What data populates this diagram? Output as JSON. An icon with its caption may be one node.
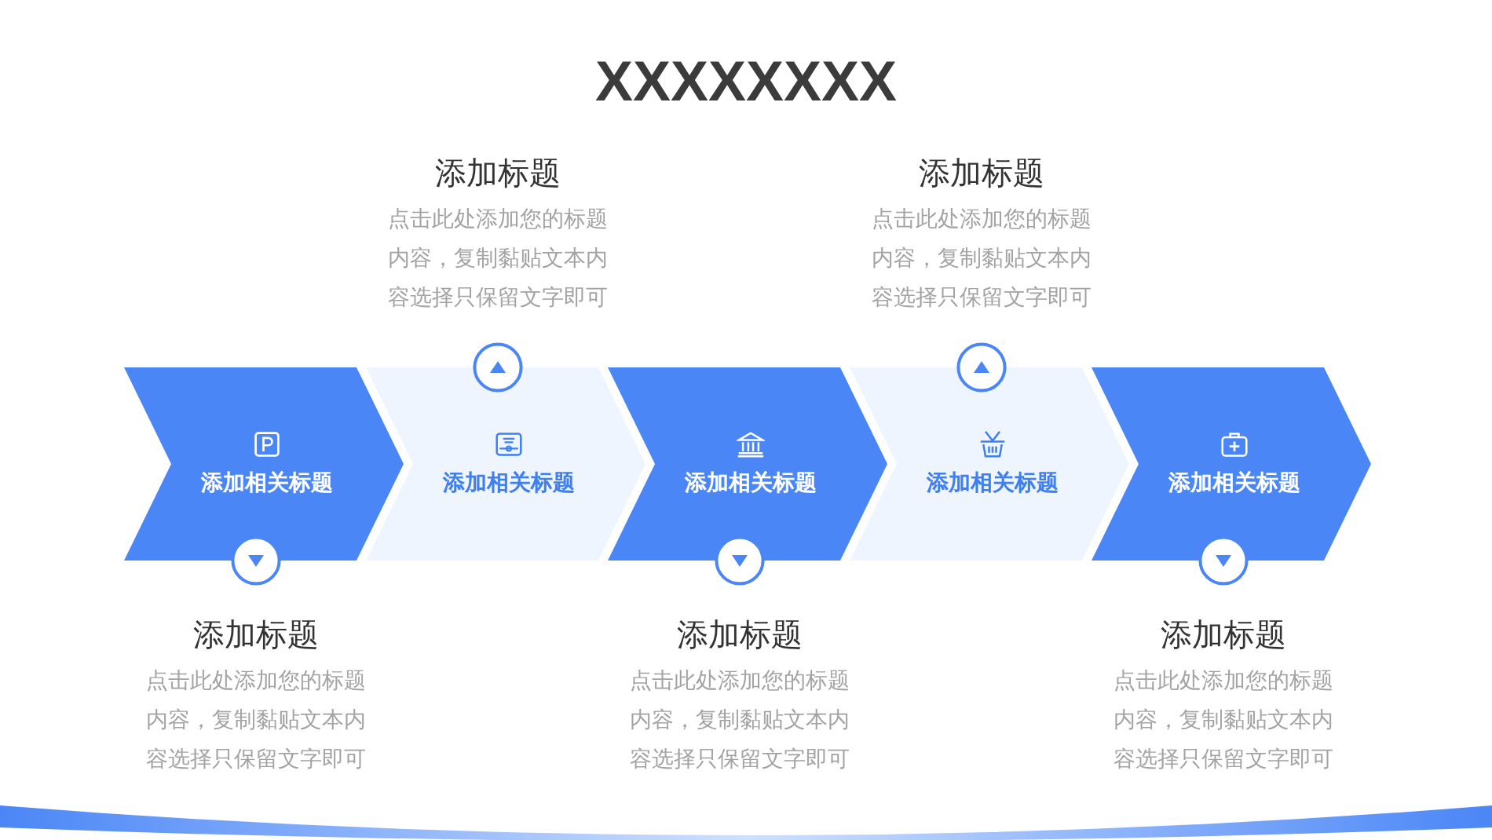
{
  "diagram": {
    "title": "XXXXXXXX",
    "nodes": [
      {
        "text": [
          "添加相关标题"
        ],
        "beside": [
          "添加标题",
          "点击此处添加您的标题内容，复制黏贴文本内容选择只保留文字即可"
        ]
      },
      {
        "text": [
          "添加相关标题"
        ],
        "beside": [
          "添加标题",
          "点击此处添加您的标题内容，复制黏贴文本内容选择只保留文字即可"
        ]
      },
      {
        "text": [
          "添加相关标题"
        ],
        "beside": [
          "添加标题",
          "点击此处添加您的标题内容，复制黏贴文本内容选择只保留文字即可"
        ]
      },
      {
        "text": [
          "添加相关标题"
        ],
        "beside": [
          "添加标题",
          "点击此处添加您的标题内容，复制黏贴文本内容选择只保留文字即可"
        ]
      },
      {
        "text": [
          "添加相关标题"
        ],
        "beside": [
          "添加标题",
          "点击此处添加您的标题内容，复制黏贴文本内容选择只保留文字即可"
        ]
      }
    ]
  }
}
